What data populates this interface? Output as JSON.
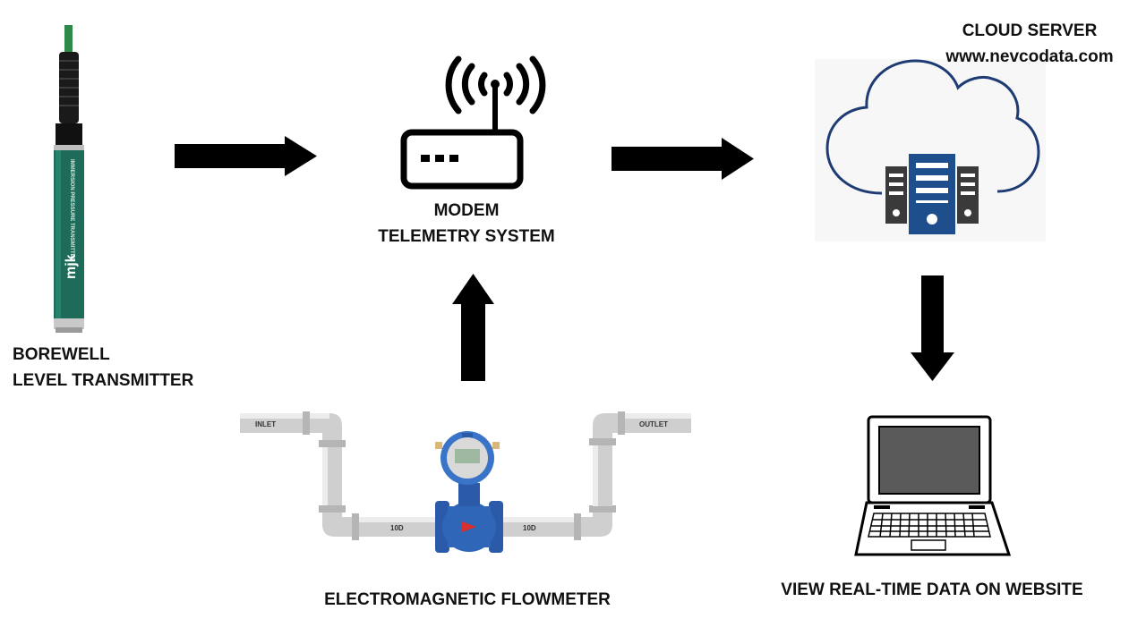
{
  "labels": {
    "borewell_line1": "BOREWELL",
    "borewell_line2": "LEVEL TRANSMITTER",
    "modem_line1": "MODEM",
    "modem_line2": "TELEMETRY SYSTEM",
    "cloud_line1": "CLOUD SERVER",
    "cloud_line2": "www.nevcodata.com",
    "flowmeter": "ELECTROMAGNETIC FLOWMETER",
    "website": "VIEW REAL-TIME DATA ON WEBSITE"
  },
  "pipe": {
    "inlet": "INLET",
    "outlet": "OUTLET",
    "upstream": "10D",
    "downstream": "10D"
  },
  "probe": {
    "body_text": "IMMERSION PRESSURE TRANSMITTER",
    "brand": "mjk"
  },
  "colors": {
    "arrow": "#000000",
    "cloud_outline": "#1f3b73",
    "server_blue": "#1f4e8c",
    "flowmeter_blue": "#2a5aa8",
    "probe_green": "#1e6b5a",
    "pipe_gray": "#cfcfcf"
  }
}
